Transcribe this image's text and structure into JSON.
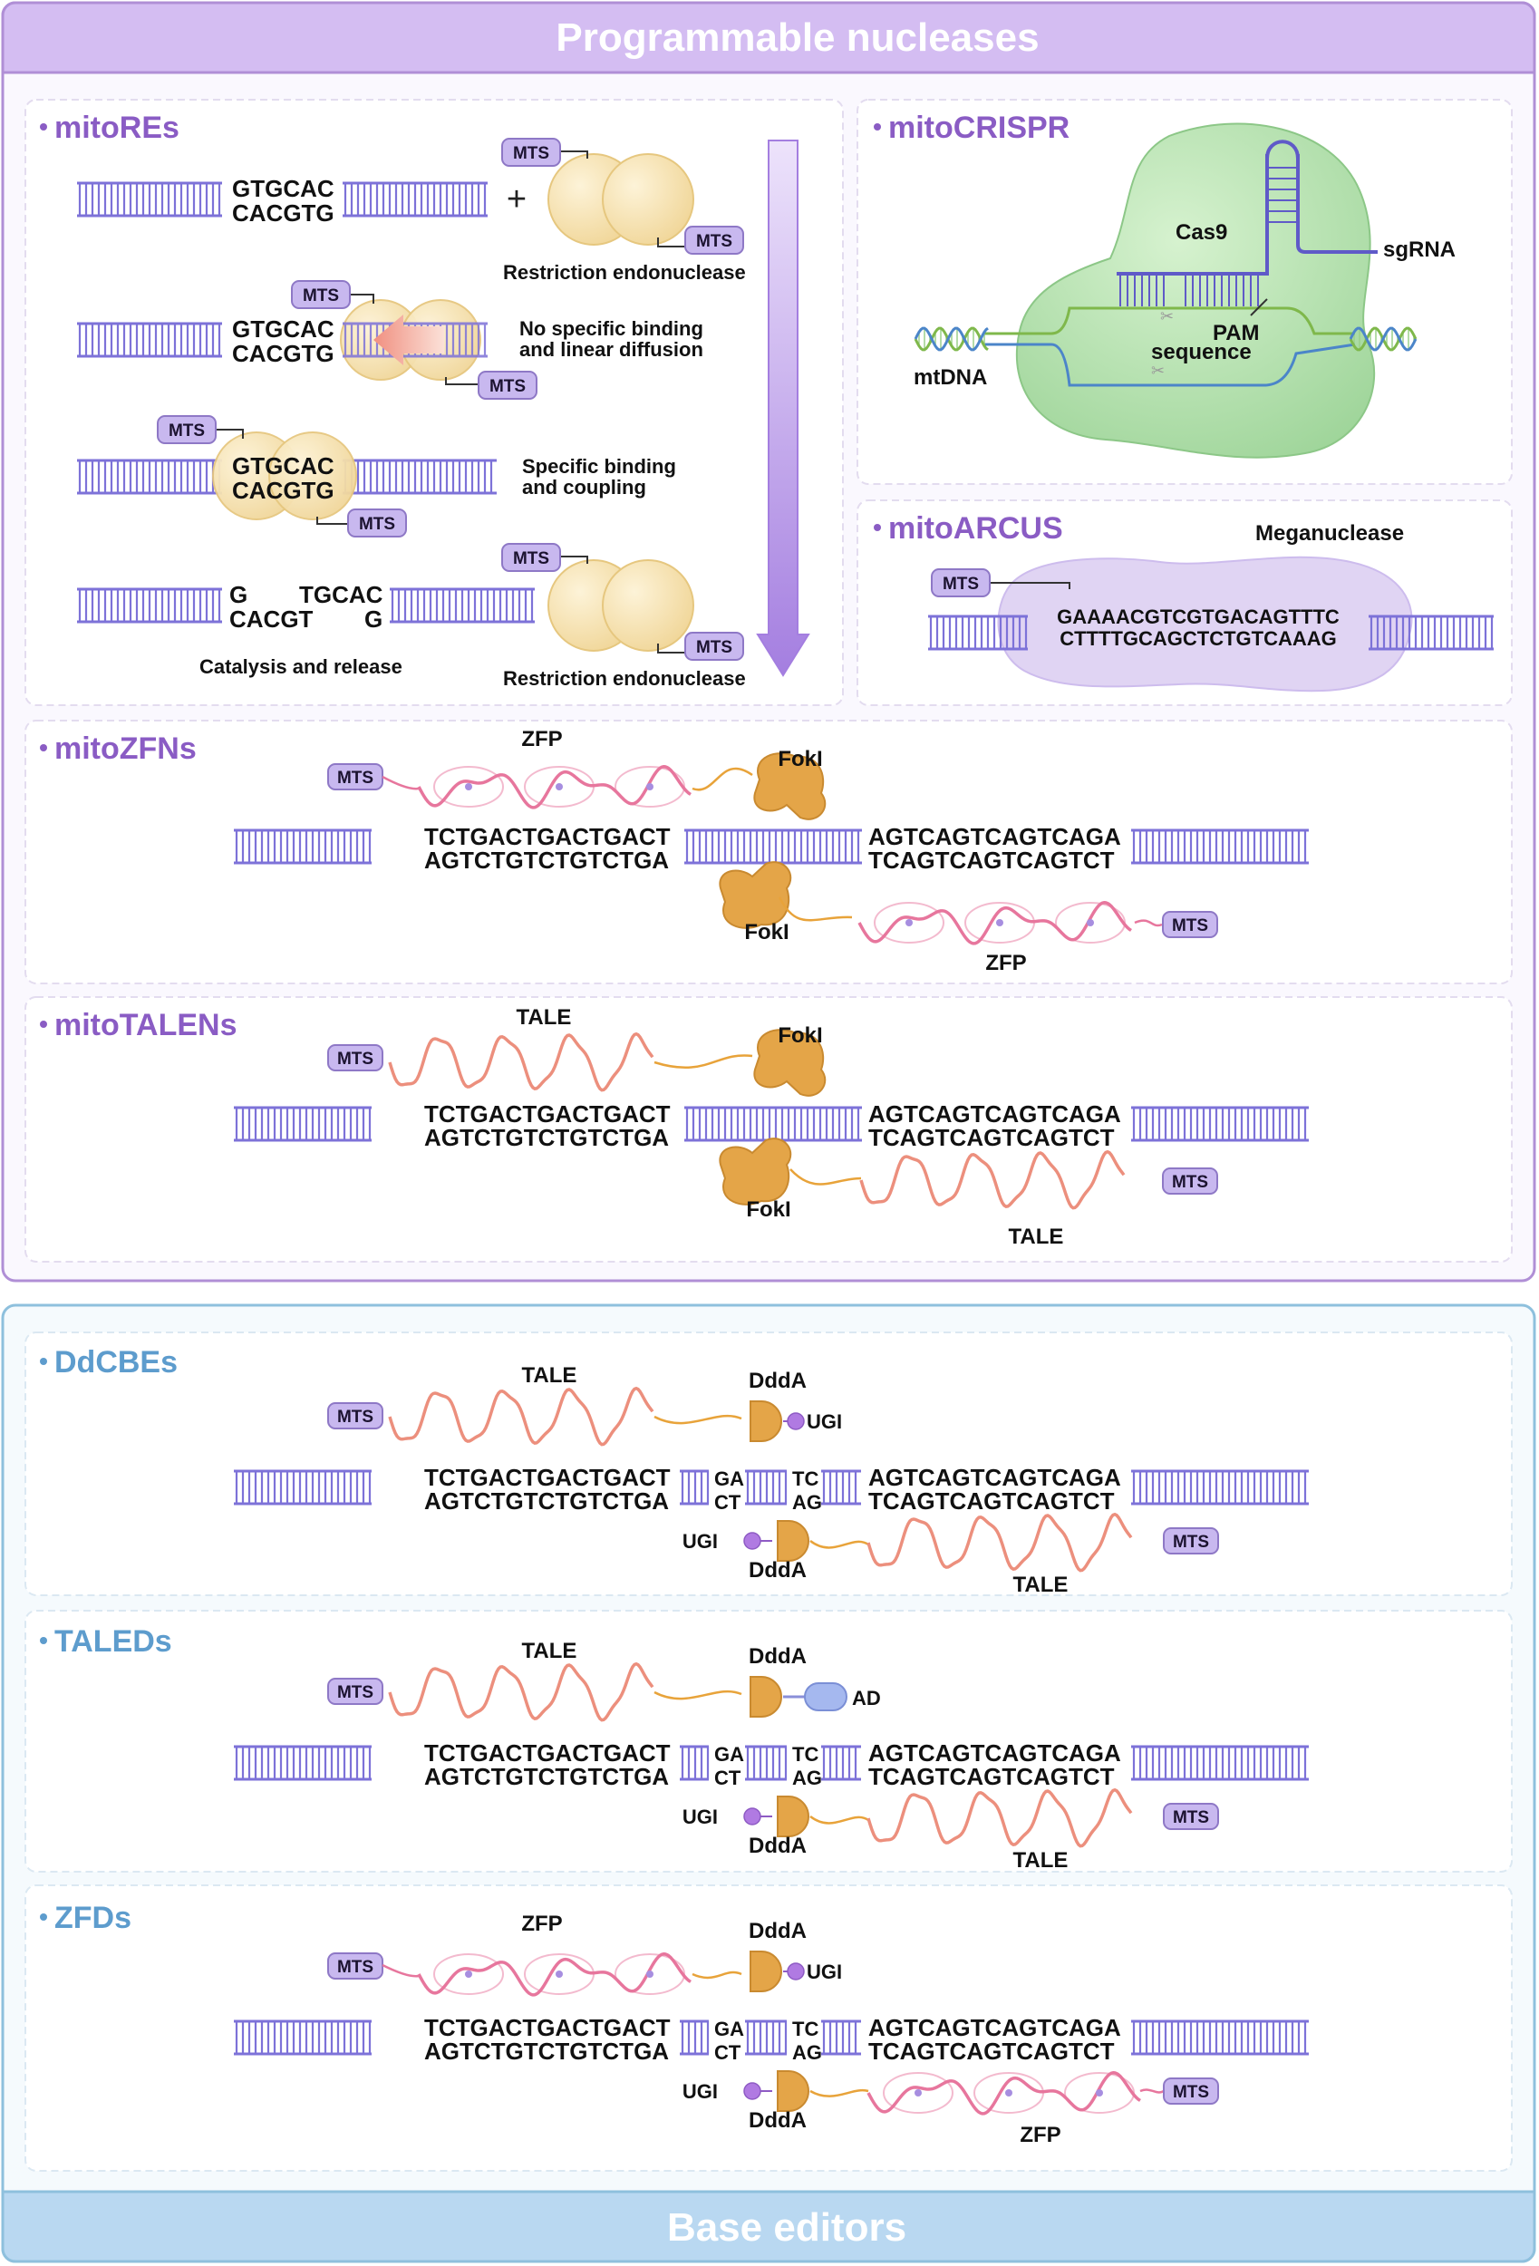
{
  "colors": {
    "purple_panel": "#faf8fe",
    "purple_border": "#b08fd6",
    "purple_header": "#d4bdf2",
    "blue_panel": "#f5fafd",
    "blue_border": "#8ec0dd",
    "blue_footer": "#b9d8f1",
    "dna": "#7d72d8",
    "mts_fill": "#c8b8ef",
    "nuclease_fill": "#f5dfa9",
    "foki": "#e4a548",
    "zfp": "#e7769d",
    "tale": "#ec8f7d",
    "ugi": "#b07ae2",
    "ad": "#a5b8ef"
  },
  "header": {
    "title": "Programmable nucleases"
  },
  "footer": {
    "title": "Base editors"
  },
  "common": {
    "mts": "MTS"
  },
  "mitores": {
    "title": "mitoREs",
    "plus": "+",
    "seq_top": "GTGCAC",
    "seq_bottom": "CACGTG",
    "step1_caption": "Restriction endonuclease",
    "step2_caption_1": "No specific binding",
    "step2_caption_2": "and linear diffusion",
    "step3_caption_1": "Specific binding",
    "step3_caption_2": "and coupling",
    "cut_top_left": "G",
    "cut_top_right": "TGCAC",
    "cut_bottom_left": "CACGT",
    "cut_bottom_right": "G",
    "step4_caption_left": "Catalysis and release",
    "step4_caption_right": "Restriction endonuclease"
  },
  "mitocrispr": {
    "title": "mitoCRISPR",
    "cas9": "Cas9",
    "sgrna": "sgRNA",
    "pam_1": "PAM",
    "pam_2": "sequence",
    "mtdna": "mtDNA"
  },
  "mitoarcus": {
    "title": "mitoARCUS",
    "meganuclease": "Meganuclease",
    "seq_top": "GAAAACGTCGTGACAGTTTC",
    "seq_bottom": "CTTTTGCAGCTCTGTCAAAG"
  },
  "shared_seq": {
    "left_top": "TCTGACTGACTGACT",
    "left_bottom": "AGTCTGTCTGTCTGA",
    "right_top": "AGTCAGTCAGTCAGA",
    "right_bottom": "TCAGTCAGTCAGTCT"
  },
  "mitozfns": {
    "title": "mitoZFNs",
    "zfp": "ZFP",
    "foki": "FokI"
  },
  "mitotalens": {
    "title": "mitoTALENs",
    "tale": "TALE",
    "foki": "FokI"
  },
  "ddcbes": {
    "title": "DdCBEs",
    "tale": "TALE",
    "ddda": "DddA",
    "ugi": "UGI",
    "ga": "GA",
    "ct": "CT",
    "tc": "TC",
    "ag": "AG"
  },
  "taleds": {
    "title": "TALEDs",
    "tale": "TALE",
    "ddda": "DddA",
    "ad": "AD",
    "ugi": "UGI",
    "ga": "GA",
    "ct": "CT",
    "tc": "TC",
    "ag": "AG"
  },
  "zfds": {
    "title": "ZFDs",
    "zfp": "ZFP",
    "ddda": "DddA",
    "ugi": "UGI",
    "ga": "GA",
    "ct": "CT",
    "tc": "TC",
    "ag": "AG"
  }
}
